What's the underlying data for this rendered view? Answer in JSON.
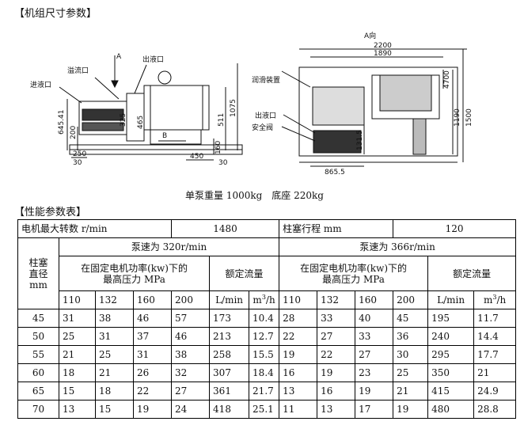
{
  "headings": {
    "dimensions": "【机组尺寸参数】",
    "performance": "【性能参数表】"
  },
  "drawing": {
    "side": {
      "arrow_a": "A",
      "inlet": "进液口",
      "relief_port": "溢流口",
      "outlet": "出液口",
      "dim_64541": "645.41",
      "dim_200": "200",
      "dim_325": "325",
      "dim_465": "465",
      "dim_511": "511",
      "dim_1075": "1075",
      "dim_160": "160",
      "dim_B": "B",
      "dim_250": "250",
      "dim_30a": "30",
      "dim_450": "450",
      "dim_30b": "30"
    },
    "end": {
      "title": "A向",
      "dim_2200": "2200",
      "dim_1890": "1890",
      "dim_4700": "4700",
      "dim_1190": "1190",
      "dim_1500": "1500",
      "lube": "润滑装置",
      "outlet": "出液口",
      "safety_valve": "安全阀",
      "dim_1315": "131.5",
      "dim_8655": "865.5"
    }
  },
  "weight_text": "单泵重量 1000kg　底座 220kg",
  "table": {
    "motor_speed_label": "电机最大转数 r/min",
    "motor_speed_value": "1480",
    "stroke_label": "柱塞行程 mm",
    "stroke_value": "120",
    "plunger_label_1": "柱塞",
    "plunger_label_2": "直径",
    "plunger_label_3": "mm",
    "speed_320": "泵速为 320r/min",
    "speed_366": "泵速为 366r/min",
    "pressure_header_1": "在固定电机功率(kw)下的",
    "pressure_header_2": "最高压力 MPa",
    "flow_header": "额定流量",
    "powers": [
      "110",
      "132",
      "160",
      "200"
    ],
    "unit_lmin": "L/min",
    "unit_m3h": "m",
    "unit_m3h_sup": "3",
    "unit_m3h_tail": "/h",
    "rows": [
      {
        "d": "45",
        "a": [
          "31",
          "38",
          "46",
          "57",
          "173",
          "10.4"
        ],
        "b": [
          "28",
          "33",
          "40",
          "45",
          "195",
          "11.7"
        ]
      },
      {
        "d": "50",
        "a": [
          "25",
          "31",
          "37",
          "46",
          "213",
          "12.7"
        ],
        "b": [
          "22",
          "27",
          "33",
          "36",
          "240",
          "14.4"
        ]
      },
      {
        "d": "55",
        "a": [
          "21",
          "25",
          "31",
          "38",
          "258",
          "15.5"
        ],
        "b": [
          "19",
          "22",
          "27",
          "30",
          "295",
          "17.7"
        ]
      },
      {
        "d": "60",
        "a": [
          "18",
          "21",
          "26",
          "32",
          "307",
          "18.4"
        ],
        "b": [
          "16",
          "19",
          "23",
          "25",
          "350",
          "21"
        ]
      },
      {
        "d": "65",
        "a": [
          "15",
          "18",
          "22",
          "27",
          "361",
          "21.7"
        ],
        "b": [
          "13",
          "16",
          "19",
          "21",
          "415",
          "24.9"
        ]
      },
      {
        "d": "70",
        "a": [
          "13",
          "15",
          "19",
          "24",
          "418",
          "25.1"
        ],
        "b": [
          "11",
          "13",
          "17",
          "19",
          "480",
          "28.8"
        ]
      }
    ]
  }
}
